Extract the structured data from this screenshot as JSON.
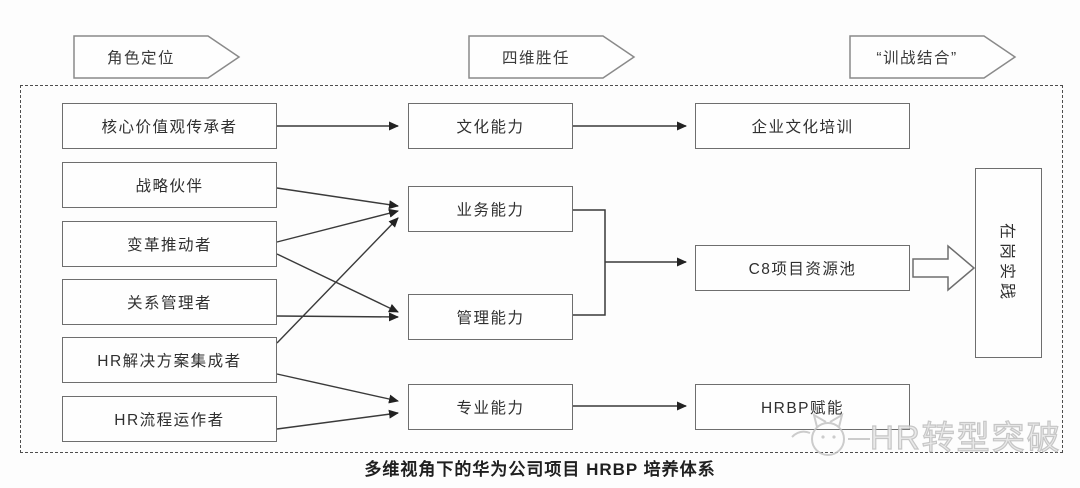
{
  "banners": [
    "角色定位",
    "四维胜任",
    "“训战结合”"
  ],
  "roles": [
    "核心价值观传承者",
    "战略伙伴",
    "变革推动者",
    "关系管理者",
    "HR解决方案集成者",
    "HR流程运作者"
  ],
  "competencies": [
    "文化能力",
    "业务能力",
    "管理能力",
    "专业能力"
  ],
  "trainings": [
    "企业文化培训",
    "C8项目资源池",
    "HRBP赋能"
  ],
  "practice": "在岗实践",
  "caption": "多维视角下的华为公司项目 HRBP 培养体系",
  "watermark": "HR转型突破",
  "connections": [
    {
      "from": "核心价值观传承者",
      "to": "文化能力"
    },
    {
      "from": "战略伙伴",
      "to": "业务能力"
    },
    {
      "from": "变革推动者",
      "to": "业务能力"
    },
    {
      "from": "变革推动者",
      "to": "管理能力"
    },
    {
      "from": "关系管理者",
      "to": "管理能力"
    },
    {
      "from": "HR解决方案集成者",
      "to": "业务能力"
    },
    {
      "from": "HR解决方案集成者",
      "to": "专业能力"
    },
    {
      "from": "HR流程运作者",
      "to": "专业能力"
    },
    {
      "from": "文化能力",
      "to": "企业文化培训"
    },
    {
      "from": "业务能力",
      "to": "C8项目资源池"
    },
    {
      "from": "管理能力",
      "to": "C8项目资源池"
    },
    {
      "from": "专业能力",
      "to": "HRBP赋能"
    },
    {
      "from": "C8项目资源池",
      "to": "在岗实践"
    }
  ],
  "colors": {
    "box_border": "#6e6e6e",
    "dashed_frame": "#4e4e4e",
    "connector": "#3a3a3a",
    "text": "#2f2f2f",
    "watermark": "#bdbdbd",
    "background": "#fdfdfd"
  }
}
